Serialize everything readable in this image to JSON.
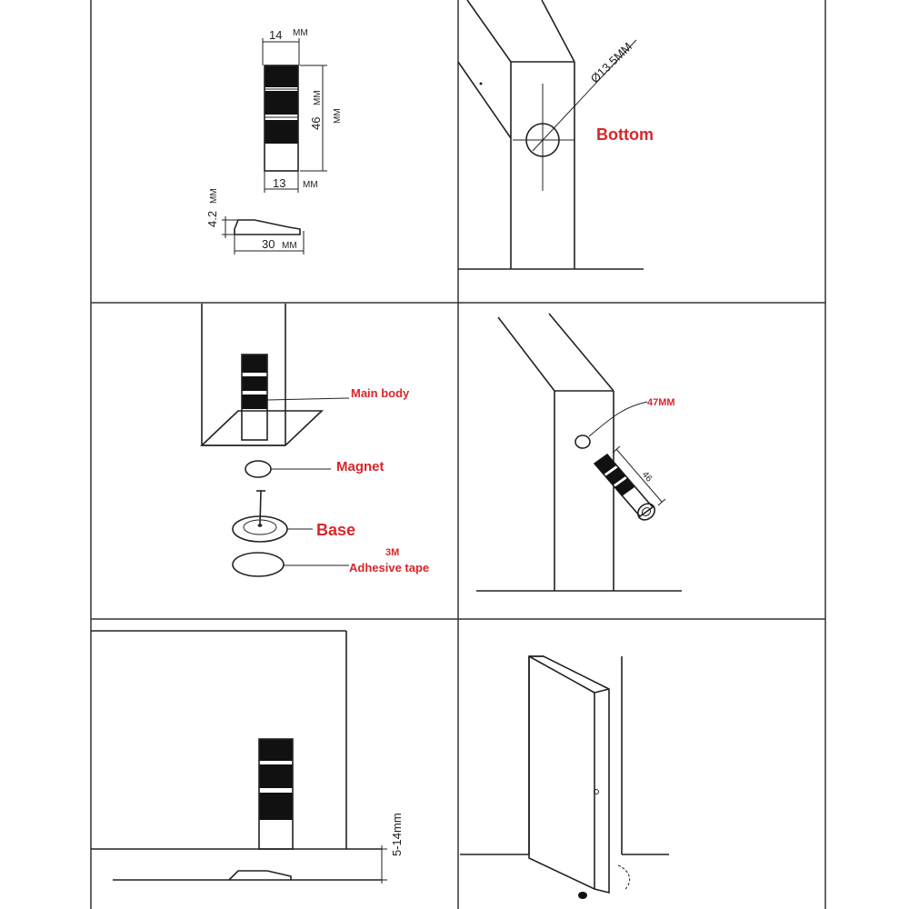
{
  "panel1": {
    "width_value": "14",
    "width_unit": "MM",
    "height_value": "46",
    "height_unit": "MM",
    "base_value": "13",
    "base_unit": "MM",
    "side_value": "4.2",
    "side_unit": "MM",
    "length_value": "30",
    "length_unit": "MM"
  },
  "panel2": {
    "diameter_label": "Ø13.5MM",
    "bottom_label": "Bottom"
  },
  "panel3": {
    "main_body_label": "Main body",
    "magnet_label": "Magnet",
    "base_label": "Base",
    "tape_label_line1": "3M",
    "tape_label_line2": "Adhesive tape"
  },
  "panel4": {
    "offset_label": "47MM",
    "length_label": "46"
  },
  "panel5": {
    "gap_label": "5-14mm"
  },
  "colors": {
    "label_red": "#d9262a",
    "line": "#222222",
    "stopper_dark": "#111111"
  }
}
